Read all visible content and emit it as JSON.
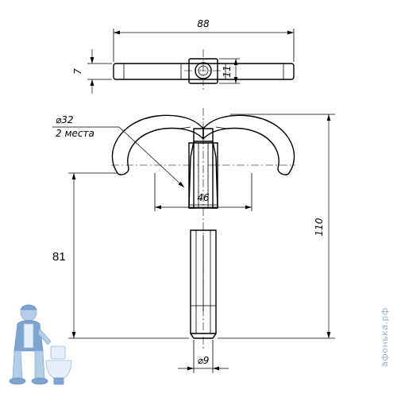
{
  "drawing": {
    "dimensions": {
      "overall_width": "88",
      "bar_thickness": "7",
      "hub_height": "11",
      "arc_diameter": "⌀32",
      "arc_count_note": "2 места",
      "clip_span": "46",
      "shank_length": "81",
      "total_height": "110",
      "shank_diameter": "⌀9"
    },
    "watermark": {
      "site": "афонька.рф",
      "logo_icon": "plumber-mascot-icon"
    }
  }
}
